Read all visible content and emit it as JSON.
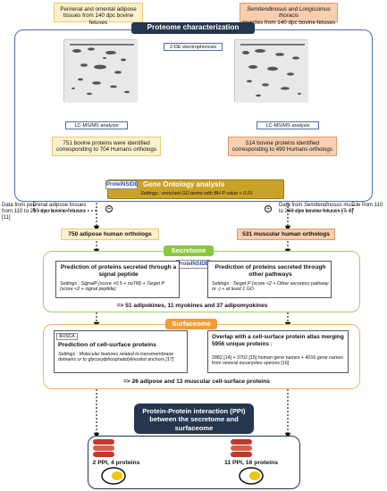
{
  "sources": {
    "adipose_src": "Perirenal and omental adipose tissues from 140 dpc bovine fetuses",
    "muscle_src_italic": "Semitendinosus and Longissimus thoracis",
    "muscle_src_rest": "muscles from 140 dpc bovine fetuses"
  },
  "proteome": {
    "title": "Proteome characterization",
    "electro": "2-DE electrophoresis",
    "lcms_left": "LC-MS/MS analysis",
    "lcms_right": "LC-MS/MS analysis",
    "adipose_result": "751 bovine proteins were identified corresponding to 704 Humans orthologs",
    "muscle_result": "514 bovine proteins identified corresponding to 490 Humans orthologs"
  },
  "go": {
    "logo": "ProteINSIDE",
    "title": "Gene Ontology analysis",
    "settings": "Settings : enriched GO terms with BH P value < 0.01"
  },
  "extra": {
    "left_text": "Data from perirenal adipose tissues from 110 to 260 dpc bovine fetuses [11]",
    "right_prefix": "Data from ",
    "right_italic": "Semitendinosus",
    "right_rest": " muscle from 110 to 260 dpc bovine fetuses [7, 8]",
    "plus": "+"
  },
  "orthologs": {
    "adipose": "750 adipose human orthologs",
    "muscle": "531 muscular human orthologs"
  },
  "secretome": {
    "badge": "Secretome",
    "logo": "ProteINSIDE",
    "signal_title": "Prediction of proteins secreted through a signal peptide",
    "signal_settings": "Settings : SignalP (score >0.5 + noTM) + Target P (score <2 + signal peptide)",
    "other_title": "Prediction of proteins secreted through other pathways",
    "other_settings": "Settings : Target P (score <2 + Other secretory pathway or -) + at least 1 GO",
    "result": "=> 51 adipokines, 11 myokines and 37 adipomyokines"
  },
  "surfaceome": {
    "badge": "Surfaceome",
    "logo": "BUSCA",
    "cs_title": "Prediction of cell-surface proteins",
    "cs_settings": "Settings : Molecular features related to transmembrane domains or to glycosylphosphatidylinositol anchors [17]",
    "atlas_title": "Overlap with a cell-surface protein atlas merging 5956 unique proteins :",
    "atlas_detail": "2882 [14] + 3702 [15] human gene names + 4016 gene names from several eucaryotes species [16]",
    "result": "=> 26 adipose and 13 muscular cell-surface proteins"
  },
  "ppi": {
    "title": "Protein-Protein interaction (PPI) between the secretome and surfaceome",
    "left": "2 PPI, 4 proteins",
    "right": "11 PPI, 16 proteins"
  },
  "colors": {
    "navy": "#25364f",
    "blue_border": "#4a6fa8",
    "green": "#8cc63f",
    "orange": "#f29c38",
    "gold": "#c9a227",
    "yellow_fill": "#fdf1cc",
    "orange_fill": "#f7cfb0"
  }
}
